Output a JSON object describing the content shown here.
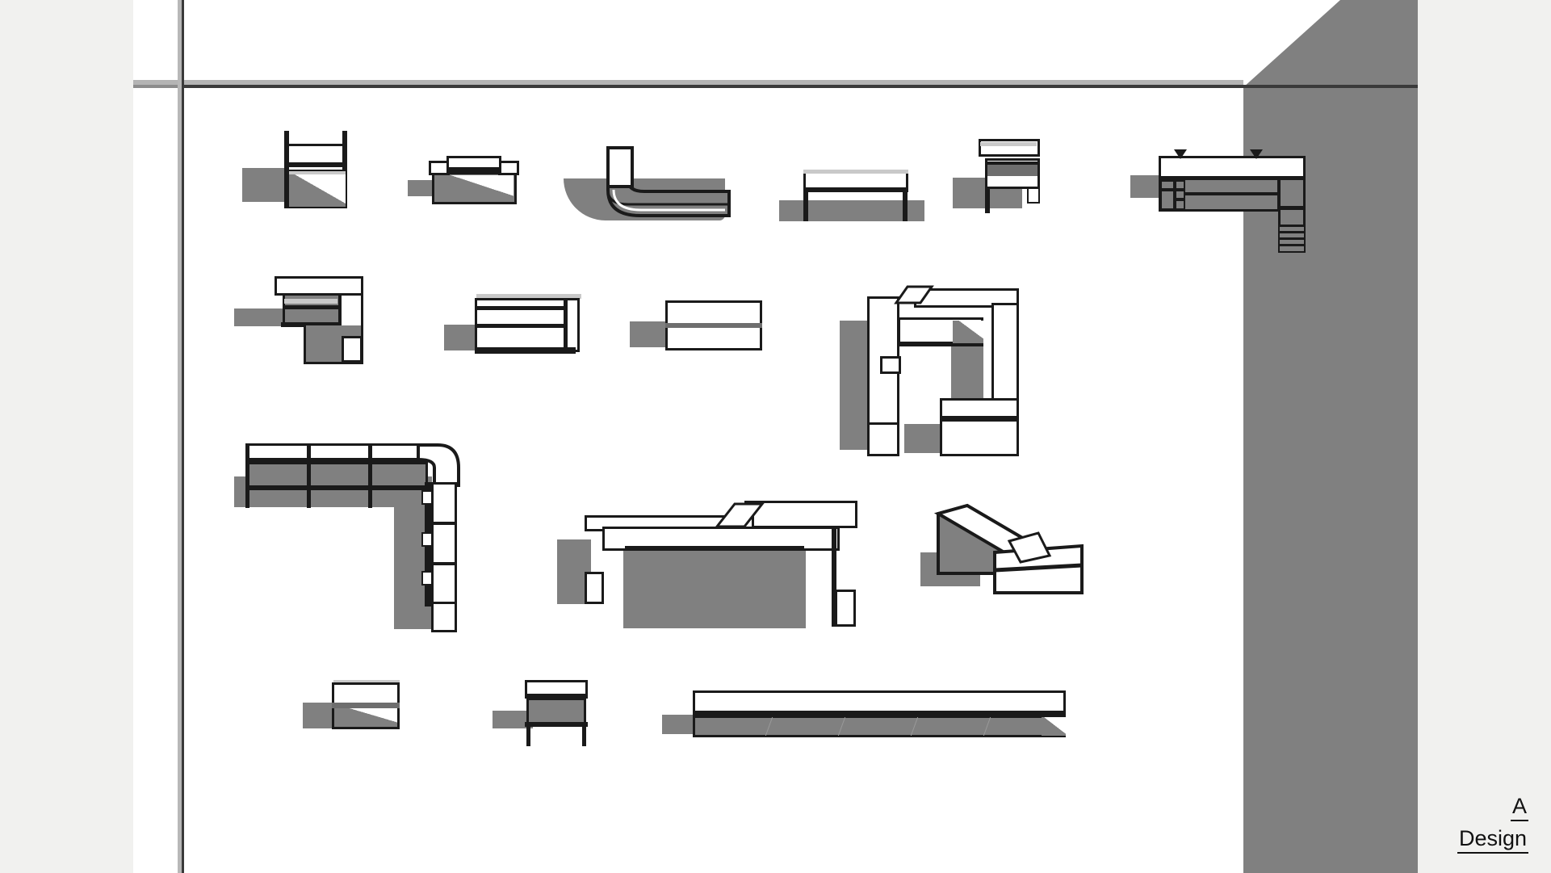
{
  "drawing": {
    "type": "architectural-furniture-elevation-sheet",
    "background_color": "#f1f1ef",
    "sheet_color": "#ffffff",
    "line_color": "#1a1a1a",
    "fill_gray": "#808080",
    "shadow_gray": "#808080",
    "highlight_gray": "#c9c9c9"
  },
  "title_block": {
    "line1": "A",
    "line2": "Design"
  },
  "walls": {
    "vertical_wall": "wall-line-vertical",
    "horizontal_wall": "wall-line-horizontal",
    "poche_block": "solid-wall-poche"
  },
  "furniture": [
    {
      "id": "f01",
      "name": "armchair-high-back",
      "row": 1,
      "col": 1
    },
    {
      "id": "f02",
      "name": "lounge-chair-with-arms",
      "row": 1,
      "col": 2
    },
    {
      "id": "f03",
      "name": "curved-corner-sofa",
      "row": 1,
      "col": 3
    },
    {
      "id": "f04",
      "name": "bench-on-legs",
      "row": 1,
      "col": 4
    },
    {
      "id": "f05",
      "name": "side-chair-high-back",
      "row": 1,
      "col": 5
    },
    {
      "id": "f06",
      "name": "l-shaped-sectional-detailed",
      "row": 1,
      "col": 6
    },
    {
      "id": "f07",
      "name": "chaise-corner-unit",
      "row": 2,
      "col": 1
    },
    {
      "id": "f08",
      "name": "two-seat-sofa-framed",
      "row": 2,
      "col": 2
    },
    {
      "id": "f09",
      "name": "loveseat-plain",
      "row": 2,
      "col": 3
    },
    {
      "id": "f10",
      "name": "u-shaped-sectional-large",
      "row": 2,
      "col": 4
    },
    {
      "id": "f11",
      "name": "l-shaped-modular-sofa",
      "row": 3,
      "col": 1
    },
    {
      "id": "f12",
      "name": "u-shaped-sofa-wide",
      "row": 3,
      "col": 2
    },
    {
      "id": "f13",
      "name": "angled-chaise-lounge",
      "row": 3,
      "col": 3
    },
    {
      "id": "f14",
      "name": "ottoman-square",
      "row": 4,
      "col": 1
    },
    {
      "id": "f15",
      "name": "side-table-small",
      "row": 4,
      "col": 2
    },
    {
      "id": "f16",
      "name": "long-low-bench",
      "row": 4,
      "col": 3
    }
  ]
}
